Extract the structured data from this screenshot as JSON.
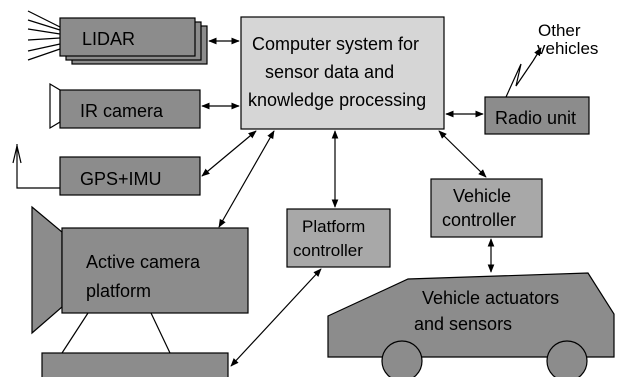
{
  "lidar": {
    "label": "LIDAR"
  },
  "ir_camera": {
    "label": "IR camera"
  },
  "gps_imu": {
    "label": "GPS+IMU"
  },
  "computer": {
    "line1": "Computer system for",
    "line2": "sensor data and",
    "line3": "knowledge processing"
  },
  "radio": {
    "label": "Radio unit"
  },
  "other_vehicles": {
    "line1": "Other",
    "line2": "vehicles"
  },
  "vehicle_controller": {
    "line1": "Vehicle",
    "line2": "controller"
  },
  "platform_controller": {
    "line1": "Platform",
    "line2": "controller"
  },
  "active_camera": {
    "line1": "Active camera",
    "line2": "platform"
  },
  "vehicle_actuators": {
    "line1": "Vehicle actuators",
    "line2": "and sensors"
  }
}
